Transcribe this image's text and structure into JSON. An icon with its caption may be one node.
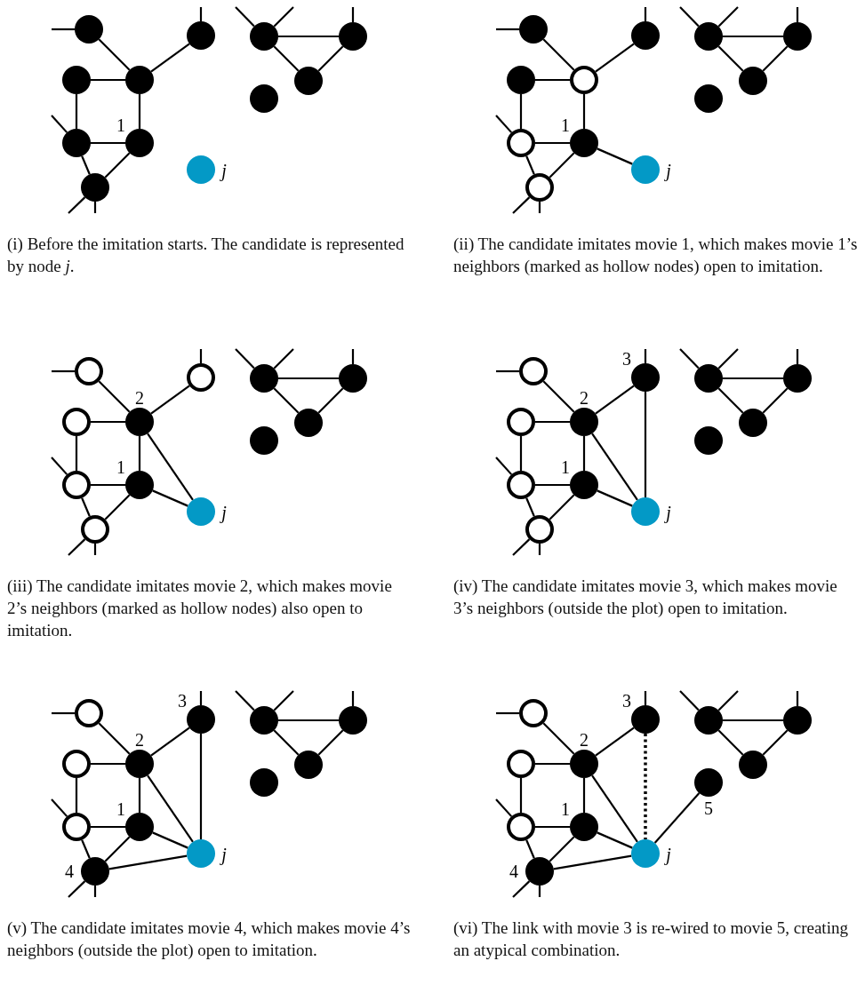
{
  "diagram": {
    "nodes": [
      {
        "text": [],
        "shape": "circle"
      },
      {
        "text": [],
        "shape": "circle"
      },
      {
        "text": [],
        "shape": "circle"
      },
      {
        "text": [],
        "shape": "circle"
      },
      {
        "text": [],
        "shape": "circle"
      },
      {
        "text": [],
        "shape": "circle"
      },
      {
        "text": [],
        "shape": "circle"
      },
      {
        "text": [],
        "shape": "circle"
      },
      {
        "text": [],
        "shape": "circle"
      },
      {
        "text": [],
        "shape": "circle",
        "beside": [
          "1"
        ]
      },
      {
        "text": [],
        "shape": "circle",
        "beside": [
          "j"
        ]
      },
      {
        "text": [],
        "shape": "circle"
      },
      {
        "text": [],
        "shape": "circle"
      },
      {
        "text": [],
        "shape": "circle"
      },
      {
        "text": [],
        "shape": "circle"
      },
      {
        "text": [],
        "shape": "circle"
      },
      {
        "text": [],
        "shape": "circle"
      },
      {
        "text": [],
        "shape": "circle"
      },
      {
        "text": [],
        "shape": "circle"
      },
      {
        "text": [],
        "shape": "circle"
      },
      {
        "text": [],
        "shape": "circle"
      },
      {
        "text": [],
        "shape": "circle",
        "beside": [
          "1"
        ]
      },
      {
        "text": [],
        "shape": "circle",
        "beside": [
          "j"
        ]
      },
      {
        "text": [],
        "shape": "circle"
      },
      {
        "text": [],
        "shape": "circle"
      },
      {
        "text": [],
        "shape": "circle"
      },
      {
        "text": [],
        "shape": "circle"
      },
      {
        "text": [],
        "shape": "circle"
      },
      {
        "text": [],
        "shape": "circle"
      },
      {
        "text": [],
        "shape": "circle",
        "beside": [
          "2"
        ]
      },
      {
        "text": [],
        "shape": "circle"
      },
      {
        "text": [],
        "shape": "circle"
      },
      {
        "text": [],
        "shape": "circle"
      },
      {
        "text": [],
        "shape": "circle",
        "beside": [
          "1"
        ]
      },
      {
        "text": [],
        "shape": "circle",
        "beside": [
          "j"
        ]
      },
      {
        "text": [],
        "shape": "circle"
      },
      {
        "text": [],
        "shape": "circle"
      },
      {
        "text": [],
        "shape": "circle",
        "beside": [
          "3"
        ]
      },
      {
        "text": [],
        "shape": "circle"
      },
      {
        "text": [],
        "shape": "circle"
      },
      {
        "text": [],
        "shape": "circle"
      },
      {
        "text": [],
        "shape": "circle",
        "beside": [
          "2"
        ]
      },
      {
        "text": [],
        "shape": "circle"
      },
      {
        "text": [],
        "shape": "circle"
      },
      {
        "text": [],
        "shape": "circle"
      },
      {
        "text": [],
        "shape": "circle",
        "beside": [
          "1"
        ]
      },
      {
        "text": [],
        "shape": "circle",
        "beside": [
          "j"
        ]
      },
      {
        "text": [],
        "shape": "circle"
      },
      {
        "text": [],
        "shape": "circle"
      },
      {
        "text": [],
        "shape": "circle",
        "beside": [
          "3"
        ]
      },
      {
        "text": [],
        "shape": "circle"
      },
      {
        "text": [],
        "shape": "circle"
      },
      {
        "text": [],
        "shape": "circle"
      },
      {
        "text": [],
        "shape": "circle",
        "beside": [
          "2"
        ]
      },
      {
        "text": [],
        "shape": "circle"
      },
      {
        "text": [],
        "shape": "circle"
      },
      {
        "text": [],
        "shape": "circle"
      },
      {
        "text": [],
        "shape": "circle",
        "beside": [
          "1"
        ]
      },
      {
        "text": [],
        "shape": "circle",
        "beside": [
          "j"
        ]
      },
      {
        "text": [],
        "shape": "circle",
        "beside": [
          "4"
        ]
      },
      {
        "text": [],
        "shape": "circle"
      },
      {
        "text": [],
        "shape": "circle",
        "beside": [
          "3"
        ]
      },
      {
        "text": [],
        "shape": "circle"
      },
      {
        "text": [],
        "shape": "circle"
      },
      {
        "text": [],
        "shape": "circle"
      },
      {
        "text": [],
        "shape": "circle",
        "beside": [
          "2"
        ]
      },
      {
        "text": [],
        "shape": "circle"
      },
      {
        "text": [],
        "shape": "circle",
        "beside": [
          "5"
        ]
      },
      {
        "text": [],
        "shape": "circle"
      },
      {
        "text": [],
        "shape": "circle",
        "beside": [
          "1"
        ]
      },
      {
        "text": [],
        "shape": "circle",
        "beside": [
          "j"
        ]
      },
      {
        "text": [],
        "shape": "circle",
        "beside": [
          "4"
        ]
      }
    ],
    "edges": [
      {
        "from": null,
        "to": 0,
        "arrow": "none"
      },
      {
        "from": null,
        "to": 1,
        "arrow": "none"
      },
      {
        "from": null,
        "to": 2,
        "arrow": "none"
      },
      {
        "from": null,
        "to": 2,
        "arrow": "none"
      },
      {
        "from": null,
        "to": 3,
        "arrow": "none"
      },
      {
        "from": null,
        "to": 8,
        "arrow": "none"
      },
      {
        "from": null,
        "to": 11,
        "arrow": "none"
      },
      {
        "from": null,
        "to": 11,
        "arrow": "none"
      },
      {
        "from": 0,
        "to": 5,
        "arrow": "none"
      },
      {
        "from": 1,
        "to": 5,
        "arrow": "none"
      },
      {
        "from": 2,
        "to": 3,
        "arrow": "none"
      },
      {
        "from": 2,
        "to": 6,
        "arrow": "none"
      },
      {
        "from": 3,
        "to": 6,
        "arrow": "none"
      },
      {
        "from": 4,
        "to": 5,
        "arrow": "none"
      },
      {
        "from": 4,
        "to": 8,
        "arrow": "none"
      },
      {
        "from": 5,
        "to": 9,
        "arrow": "none"
      },
      {
        "from": 8,
        "to": 9,
        "arrow": "none"
      },
      {
        "from": 8,
        "to": 11,
        "arrow": "none"
      },
      {
        "from": 9,
        "to": 11,
        "arrow": "none"
      },
      {
        "from": null,
        "to": 12,
        "arrow": "none"
      },
      {
        "from": null,
        "to": 13,
        "arrow": "none"
      },
      {
        "from": null,
        "to": 14,
        "arrow": "none"
      },
      {
        "from": null,
        "to": 14,
        "arrow": "none"
      },
      {
        "from": null,
        "to": 15,
        "arrow": "none"
      },
      {
        "from": null,
        "to": 20,
        "arrow": "none"
      },
      {
        "from": null,
        "to": 23,
        "arrow": "none"
      },
      {
        "from": null,
        "to": 23,
        "arrow": "none"
      },
      {
        "from": 12,
        "to": 17,
        "arrow": "none"
      },
      {
        "from": 13,
        "to": 17,
        "arrow": "none"
      },
      {
        "from": 14,
        "to": 15,
        "arrow": "none"
      },
      {
        "from": 14,
        "to": 18,
        "arrow": "none"
      },
      {
        "from": 15,
        "to": 18,
        "arrow": "none"
      },
      {
        "from": 16,
        "to": 17,
        "arrow": "none"
      },
      {
        "from": 16,
        "to": 20,
        "arrow": "none"
      },
      {
        "from": 17,
        "to": 21,
        "arrow": "none"
      },
      {
        "from": 20,
        "to": 21,
        "arrow": "none"
      },
      {
        "from": 20,
        "to": 23,
        "arrow": "none"
      },
      {
        "from": 21,
        "to": 23,
        "arrow": "none"
      },
      {
        "from": 21,
        "to": 22,
        "arrow": "none"
      },
      {
        "from": null,
        "to": 24,
        "arrow": "none"
      },
      {
        "from": null,
        "to": 25,
        "arrow": "none"
      },
      {
        "from": null,
        "to": 26,
        "arrow": "none"
      },
      {
        "from": null,
        "to": 26,
        "arrow": "none"
      },
      {
        "from": null,
        "to": 27,
        "arrow": "none"
      },
      {
        "from": null,
        "to": 32,
        "arrow": "none"
      },
      {
        "from": null,
        "to": 35,
        "arrow": "none"
      },
      {
        "from": null,
        "to": 35,
        "arrow": "none"
      },
      {
        "from": 24,
        "to": 29,
        "arrow": "none"
      },
      {
        "from": 25,
        "to": 29,
        "arrow": "none"
      },
      {
        "from": 26,
        "to": 27,
        "arrow": "none"
      },
      {
        "from": 26,
        "to": 30,
        "arrow": "none"
      },
      {
        "from": 27,
        "to": 30,
        "arrow": "none"
      },
      {
        "from": 28,
        "to": 29,
        "arrow": "none"
      },
      {
        "from": 28,
        "to": 32,
        "arrow": "none"
      },
      {
        "from": 29,
        "to": 33,
        "arrow": "none"
      },
      {
        "from": 32,
        "to": 33,
        "arrow": "none"
      },
      {
        "from": 32,
        "to": 35,
        "arrow": "none"
      },
      {
        "from": 33,
        "to": 35,
        "arrow": "none"
      },
      {
        "from": 33,
        "to": 34,
        "arrow": "none"
      },
      {
        "from": 29,
        "to": 34,
        "arrow": "none"
      },
      {
        "from": null,
        "to": 36,
        "arrow": "none"
      },
      {
        "from": null,
        "to": 37,
        "arrow": "none"
      },
      {
        "from": null,
        "to": 38,
        "arrow": "none"
      },
      {
        "from": null,
        "to": 38,
        "arrow": "none"
      },
      {
        "from": null,
        "to": 39,
        "arrow": "none"
      },
      {
        "from": null,
        "to": 44,
        "arrow": "none"
      },
      {
        "from": null,
        "to": 47,
        "arrow": "none"
      },
      {
        "from": null,
        "to": 47,
        "arrow": "none"
      },
      {
        "from": 36,
        "to": 41,
        "arrow": "none"
      },
      {
        "from": 37,
        "to": 41,
        "arrow": "none"
      },
      {
        "from": 38,
        "to": 39,
        "arrow": "none"
      },
      {
        "from": 38,
        "to": 42,
        "arrow": "none"
      },
      {
        "from": 39,
        "to": 42,
        "arrow": "none"
      },
      {
        "from": 40,
        "to": 41,
        "arrow": "none"
      },
      {
        "from": 40,
        "to": 44,
        "arrow": "none"
      },
      {
        "from": 41,
        "to": 45,
        "arrow": "none"
      },
      {
        "from": 44,
        "to": 45,
        "arrow": "none"
      },
      {
        "from": 44,
        "to": 47,
        "arrow": "none"
      },
      {
        "from": 45,
        "to": 47,
        "arrow": "none"
      },
      {
        "from": 45,
        "to": 46,
        "arrow": "none"
      },
      {
        "from": 41,
        "to": 46,
        "arrow": "none"
      },
      {
        "from": 37,
        "to": 46,
        "arrow": "none"
      },
      {
        "from": null,
        "to": 48,
        "arrow": "none"
      },
      {
        "from": null,
        "to": 49,
        "arrow": "none"
      },
      {
        "from": null,
        "to": 50,
        "arrow": "none"
      },
      {
        "from": null,
        "to": 50,
        "arrow": "none"
      },
      {
        "from": null,
        "to": 51,
        "arrow": "none"
      },
      {
        "from": null,
        "to": 56,
        "arrow": "none"
      },
      {
        "from": null,
        "to": 59,
        "arrow": "none"
      },
      {
        "from": null,
        "to": 59,
        "arrow": "none"
      },
      {
        "from": 48,
        "to": 53,
        "arrow": "none"
      },
      {
        "from": 49,
        "to": 53,
        "arrow": "none"
      },
      {
        "from": 50,
        "to": 51,
        "arrow": "none"
      },
      {
        "from": 50,
        "to": 54,
        "arrow": "none"
      },
      {
        "from": 51,
        "to": 54,
        "arrow": "none"
      },
      {
        "from": 52,
        "to": 53,
        "arrow": "none"
      },
      {
        "from": 52,
        "to": 56,
        "arrow": "none"
      },
      {
        "from": 53,
        "to": 57,
        "arrow": "none"
      },
      {
        "from": 56,
        "to": 57,
        "arrow": "none"
      },
      {
        "from": 56,
        "to": 59,
        "arrow": "none"
      },
      {
        "from": 57,
        "to": 59,
        "arrow": "none"
      },
      {
        "from": 57,
        "to": 58,
        "arrow": "none"
      },
      {
        "from": 53,
        "to": 58,
        "arrow": "none"
      },
      {
        "from": 49,
        "to": 58,
        "arrow": "none"
      },
      {
        "from": 59,
        "to": 58,
        "arrow": "none"
      },
      {
        "from": null,
        "to": 60,
        "arrow": "none"
      },
      {
        "from": null,
        "to": 61,
        "arrow": "none"
      },
      {
        "from": null,
        "to": 62,
        "arrow": "none"
      },
      {
        "from": null,
        "to": 62,
        "arrow": "none"
      },
      {
        "from": null,
        "to": 63,
        "arrow": "none"
      },
      {
        "from": null,
        "to": 68,
        "arrow": "none"
      },
      {
        "from": null,
        "to": 71,
        "arrow": "none"
      },
      {
        "from": null,
        "to": 71,
        "arrow": "none"
      },
      {
        "from": 60,
        "to": 65,
        "arrow": "none"
      },
      {
        "from": 61,
        "to": 65,
        "arrow": "none"
      },
      {
        "from": 62,
        "to": 63,
        "arrow": "none"
      },
      {
        "from": 62,
        "to": 66,
        "arrow": "none"
      },
      {
        "from": 63,
        "to": 66,
        "arrow": "none"
      },
      {
        "from": 64,
        "to": 65,
        "arrow": "none"
      },
      {
        "from": 64,
        "to": 68,
        "arrow": "none"
      },
      {
        "from": 65,
        "to": 69,
        "arrow": "none"
      },
      {
        "from": 68,
        "to": 69,
        "arrow": "none"
      },
      {
        "from": 68,
        "to": 71,
        "arrow": "none"
      },
      {
        "from": 69,
        "to": 71,
        "arrow": "none"
      },
      {
        "from": 69,
        "to": 70,
        "arrow": "none"
      },
      {
        "from": 65,
        "to": 70,
        "arrow": "none"
      },
      {
        "from": 61,
        "to": 70,
        "arrow": "none",
        "style": "dashed"
      },
      {
        "from": 71,
        "to": 70,
        "arrow": "none"
      },
      {
        "from": 67,
        "to": 70,
        "arrow": "none"
      }
    ],
    "labels": [
      "(i) Before the imitation starts. The candidate is represented by node *j*.",
      "(ii) The candidate imitates movie 1, which makes movie 1’s neighbors (marked as hollow nodes) open to imitation.",
      "(iii) The candidate imitates movie 2, which makes movie 2’s neighbors (marked as hollow nodes) also open to imitation.",
      "(iv) The candidate imitates movie 3, which makes movie 3’s neighbors (outside the plot) open to imitation.",
      "(v) The candidate imitates movie 4, which makes movie 4’s neighbors (outside the plot) open to imitation.",
      "(vi) The link with movie 3 is re-wired to movie 5, creating an atypical combination."
    ]
  }
}
